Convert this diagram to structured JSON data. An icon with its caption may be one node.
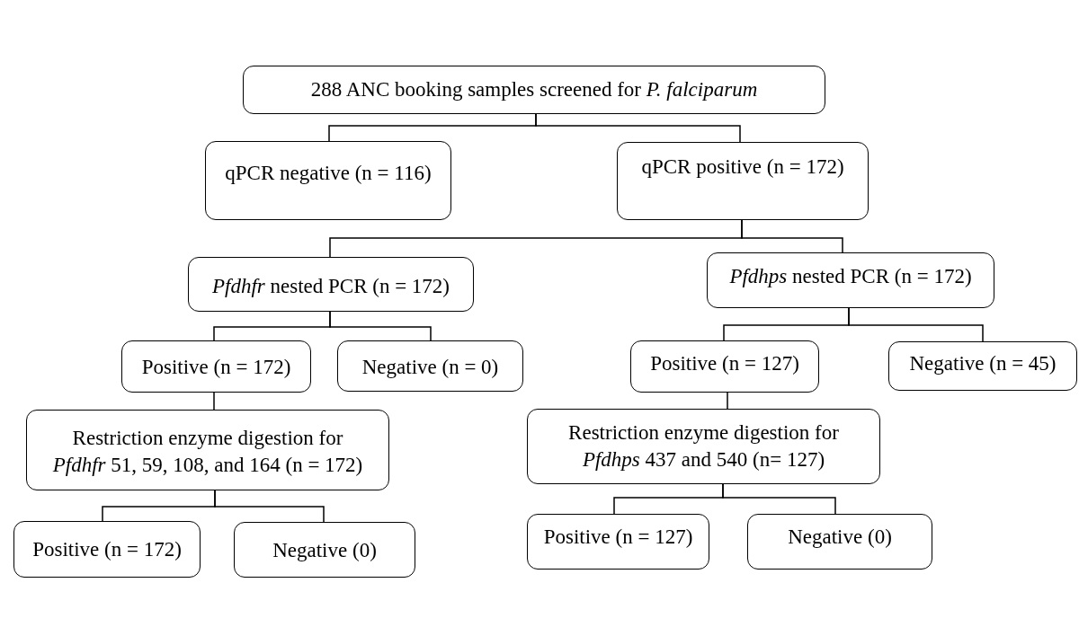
{
  "diagram": {
    "nodes": [
      {
        "text": [
          "288 ANC booking samples screened for *P. falciparum*"
        ]
      },
      {
        "text": [
          "qPCR negative (n = 116)"
        ]
      },
      {
        "text": [
          "qPCR positive (n = 172)"
        ]
      },
      {
        "text": [
          "*Pfdhfr* nested PCR (n = 172)"
        ]
      },
      {
        "text": [
          "*Pfdhps* nested PCR (n = 172)"
        ]
      },
      {
        "text": [
          "Positive (n = 172)"
        ]
      },
      {
        "text": [
          "Negative (n = 0)"
        ]
      },
      {
        "text": [
          "Positive (n = 127)"
        ]
      },
      {
        "text": [
          "Negative (n = 45)"
        ]
      },
      {
        "text": [
          "Restriction enzyme digestion for *Pfdhfr* 51, 59, 108, and 164 (n = 172)"
        ]
      },
      {
        "text": [
          "Restriction enzyme digestion for *Pfdhps* 437 and 540 (n= 127)"
        ]
      },
      {
        "text": [
          "Positive (n = 172)"
        ]
      },
      {
        "text": [
          "Negative (0)"
        ]
      },
      {
        "text": [
          "Positive (n = 127)"
        ]
      },
      {
        "text": [
          "Negative (0)"
        ]
      }
    ],
    "edges": [
      {
        "from": 0,
        "to": 1,
        "arrow": "none"
      },
      {
        "from": 0,
        "to": 2,
        "arrow": "none"
      },
      {
        "from": 2,
        "to": 3,
        "arrow": "none"
      },
      {
        "from": 2,
        "to": 4,
        "arrow": "none"
      },
      {
        "from": 3,
        "to": 5,
        "arrow": "none"
      },
      {
        "from": 3,
        "to": 6,
        "arrow": "none"
      },
      {
        "from": 4,
        "to": 7,
        "arrow": "none"
      },
      {
        "from": 4,
        "to": 8,
        "arrow": "none"
      },
      {
        "from": 5,
        "to": 9,
        "arrow": "none"
      },
      {
        "from": 7,
        "to": 10,
        "arrow": "none"
      },
      {
        "from": 9,
        "to": 11,
        "arrow": "none"
      },
      {
        "from": 9,
        "to": 12,
        "arrow": "none"
      },
      {
        "from": 10,
        "to": 13,
        "arrow": "none"
      },
      {
        "from": 10,
        "to": 14,
        "arrow": "none"
      }
    ]
  }
}
